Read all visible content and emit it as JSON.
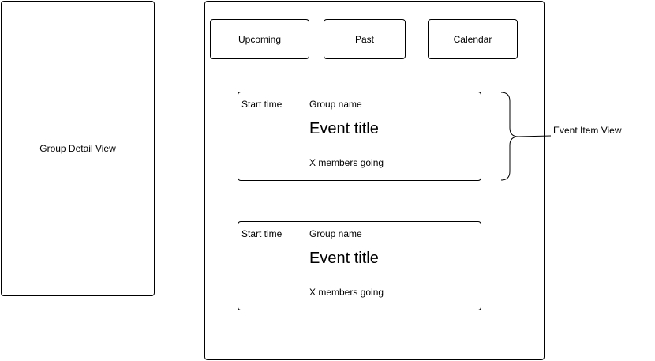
{
  "group_detail": {
    "label": "Group Detail View"
  },
  "tabs": [
    {
      "label": "Upcoming"
    },
    {
      "label": "Past"
    },
    {
      "label": "Calendar"
    }
  ],
  "events": [
    {
      "start_time": "Start time",
      "group_name": "Group name",
      "title": "Event title",
      "members": "X members going"
    },
    {
      "start_time": "Start time",
      "group_name": "Group name",
      "title": "Event title",
      "members": "X members going"
    }
  ],
  "annotation": {
    "label": "Event Item View"
  }
}
